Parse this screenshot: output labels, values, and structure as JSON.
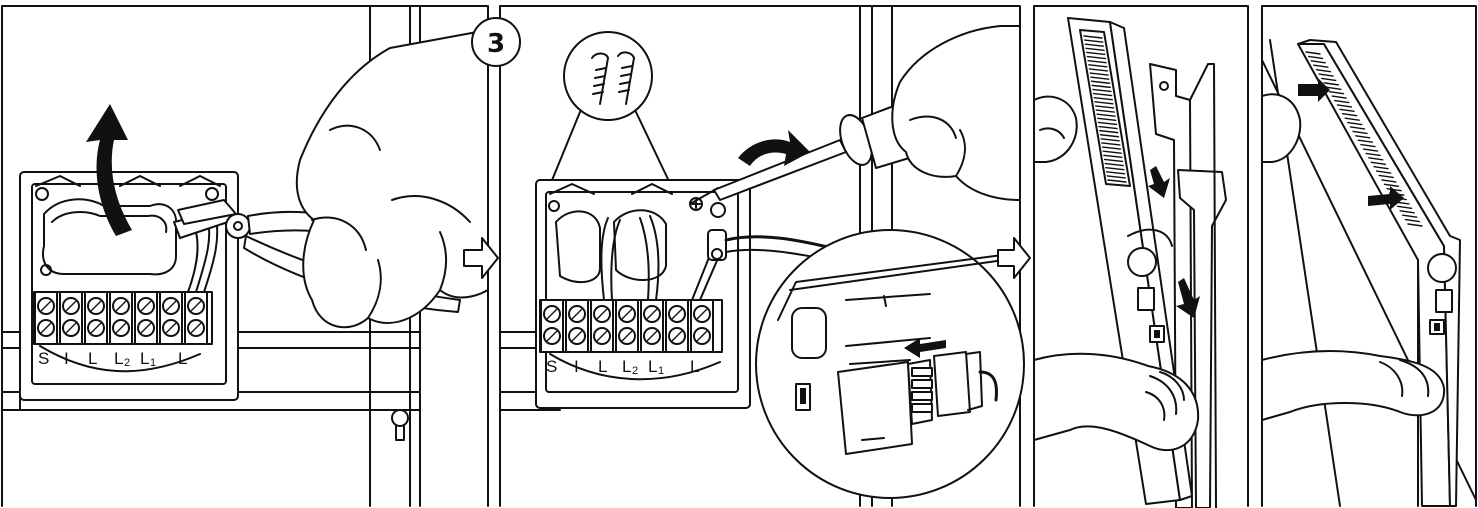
{
  "step": {
    "number": "3"
  },
  "terminal_labels": {
    "panel1": [
      "S",
      "I",
      "L",
      "L",
      "2",
      "L",
      "1",
      "L"
    ],
    "panel2": [
      "S",
      "I",
      "L",
      "L",
      "2",
      "L",
      "1",
      "L"
    ]
  },
  "panels": [
    {
      "name": "cut-cable-knockout"
    },
    {
      "name": "screw-box-and-connect-plug"
    },
    {
      "name": "hook-heater-onto-bracket"
    },
    {
      "name": "heater-mounted"
    }
  ]
}
